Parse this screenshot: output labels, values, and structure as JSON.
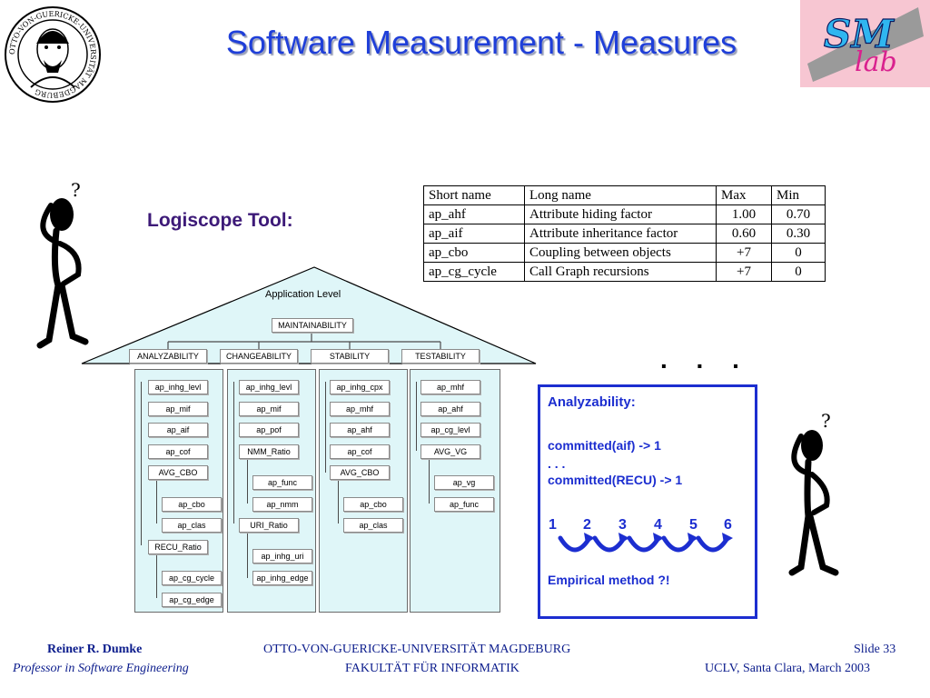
{
  "title": "Software Measurement - Measures",
  "seal": {
    "text": "OTTO-VON-GUERICKE-UNIVERSITÄT MAGDEBURG"
  },
  "logo": {
    "top": "SM",
    "bottom": "lab"
  },
  "subtitle": "Logiscope Tool:",
  "table": {
    "headers": [
      "Short name",
      "Long name",
      "Max",
      "Min"
    ],
    "rows": [
      [
        "ap_ahf",
        "Attribute hiding factor",
        "1.00",
        "0.70"
      ],
      [
        "ap_aif",
        "Attribute inheritance factor",
        "0.60",
        "0.30"
      ],
      [
        "ap_cbo",
        "Coupling between objects",
        "+7",
        "0"
      ],
      [
        "ap_cg_cycle",
        "Call Graph recursions",
        "+7",
        "0"
      ]
    ]
  },
  "diagram": {
    "roof_label": "Application Level",
    "top_node": "MAINTAINABILITY",
    "criteria": [
      "ANALYZABILITY",
      "CHANGEABILITY",
      "STABILITY",
      "TESTABILITY"
    ],
    "analyzability": [
      "ap_inhg_levl",
      "ap_mif",
      "ap_aif",
      "ap_cof",
      "AVG_CBO",
      "ap_cbo",
      "ap_clas",
      "RECU_Ratio",
      "ap_cg_cycle",
      "ap_cg_edge"
    ],
    "changeability": [
      "ap_inhg_levl",
      "ap_mif",
      "ap_pof",
      "NMM_Ratio",
      "ap_func",
      "ap_nmm",
      "URI_Ratio",
      "ap_inhg_uri",
      "ap_inhg_edge"
    ],
    "stability": [
      "ap_inhg_cpx",
      "ap_mhf",
      "ap_ahf",
      "ap_cof",
      "AVG_CBO",
      "ap_cbo",
      "ap_clas"
    ],
    "testability": [
      "ap_mhf",
      "ap_ahf",
      "ap_cg_levl",
      "AVG_VG",
      "ap_vg",
      "ap_func"
    ]
  },
  "ellipsis": ". . .",
  "analyzability_box": {
    "heading": "Analyzability:",
    "line1": "committed(aif) -> 1",
    "line2": ". . .",
    "line3": "committed(RECU) -> 1",
    "numbers": [
      "1",
      "2",
      "3",
      "4",
      "5",
      "6"
    ],
    "footer": "Empirical method ?!"
  },
  "footer": {
    "author": "Reiner R. Dumke",
    "role": "Professor in Software Engineering",
    "university": "OTTO-VON-GUERICKE-UNIVERSITÄT MAGDEBURG",
    "faculty": "FAKULTÄT FÜR INFORMATIK",
    "slide": "Slide 33",
    "event": "UCLV, Santa Clara, March 2003"
  },
  "colors": {
    "title": "#1f3fd9",
    "box": "#1c2ed0",
    "column_fill": "#dff6f8",
    "logo_bg": "#f7c6d2"
  }
}
